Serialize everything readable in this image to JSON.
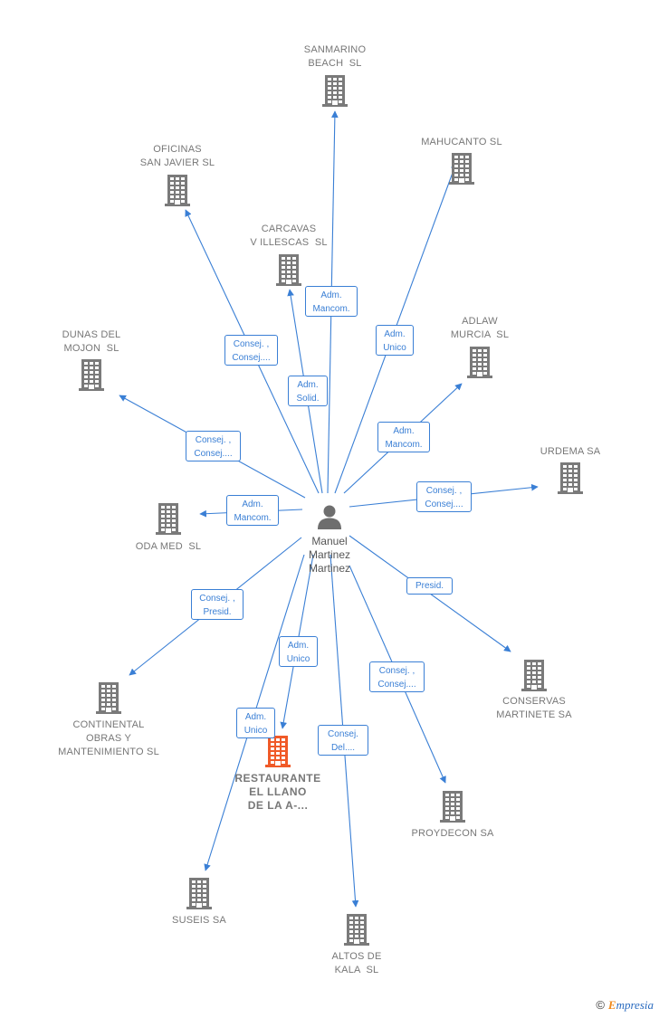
{
  "person": {
    "label": "Manuel\nMartinez\nMartinez"
  },
  "companies": [
    {
      "id": "sanmarino",
      "label": "SANMARINO\nBEACH  SL",
      "highlight": false
    },
    {
      "id": "oficinas",
      "label": "OFICINAS\nSAN JAVIER SL",
      "highlight": false
    },
    {
      "id": "mahucanto",
      "label": "MAHUCANTO SL",
      "highlight": false
    },
    {
      "id": "carcavas",
      "label": "CARCAVAS\nV ILLESCAS  SL",
      "highlight": false
    },
    {
      "id": "dunas",
      "label": "DUNAS DEL\nMOJON  SL",
      "highlight": false
    },
    {
      "id": "adlaw",
      "label": "ADLAW\nMURCIA  SL",
      "highlight": false
    },
    {
      "id": "urdema",
      "label": "URDEMA SA",
      "highlight": false
    },
    {
      "id": "odamed",
      "label": "ODA MED  SL",
      "highlight": false
    },
    {
      "id": "continental",
      "label": "CONTINENTAL\nOBRAS Y\nMANTENIMIENTO SL",
      "highlight": false
    },
    {
      "id": "conservas",
      "label": "CONSERVAS\nMARTINETE SA",
      "highlight": false
    },
    {
      "id": "restaurante",
      "label": "RESTAURANTE\nEL LLANO\nDE LA A-...",
      "highlight": true
    },
    {
      "id": "proydecon",
      "label": "PROYDECON SA",
      "highlight": false
    },
    {
      "id": "suseis",
      "label": "SUSEIS SA",
      "highlight": false
    },
    {
      "id": "altos",
      "label": "ALTOS DE\nKALA  SL",
      "highlight": false
    }
  ],
  "edges": [
    {
      "to": "sanmarino",
      "label": "Adm.\nMancom."
    },
    {
      "to": "oficinas",
      "label": "Consej. ,\nConsej...."
    },
    {
      "to": "mahucanto",
      "label": "Adm.\nUnico"
    },
    {
      "to": "carcavas",
      "label": "Adm.\nSolid."
    },
    {
      "to": "dunas",
      "label": "Consej. ,\nConsej...."
    },
    {
      "to": "adlaw",
      "label": "Adm.\nMancom."
    },
    {
      "to": "urdema",
      "label": "Consej. ,\nConsej...."
    },
    {
      "to": "odamed",
      "label": "Adm.\nMancom."
    },
    {
      "to": "continental",
      "label": "Consej. ,\nPresid."
    },
    {
      "to": "conservas",
      "label": "Presid."
    },
    {
      "to": "restaurante",
      "label": "Adm.\nUnico"
    },
    {
      "to": "proydecon",
      "label": "Consej. ,\nConsej...."
    },
    {
      "to": "suseis",
      "label": "Adm.\nUnico"
    },
    {
      "to": "altos",
      "label": "Consej.\nDel...."
    }
  ],
  "colors": {
    "edge": "#3a7fd5",
    "building": "#7a7a7a",
    "building_highlight": "#f05a28",
    "person": "#6e6e6e"
  },
  "watermark": {
    "copy": "©",
    "e": "E",
    "text": "mpresia"
  }
}
